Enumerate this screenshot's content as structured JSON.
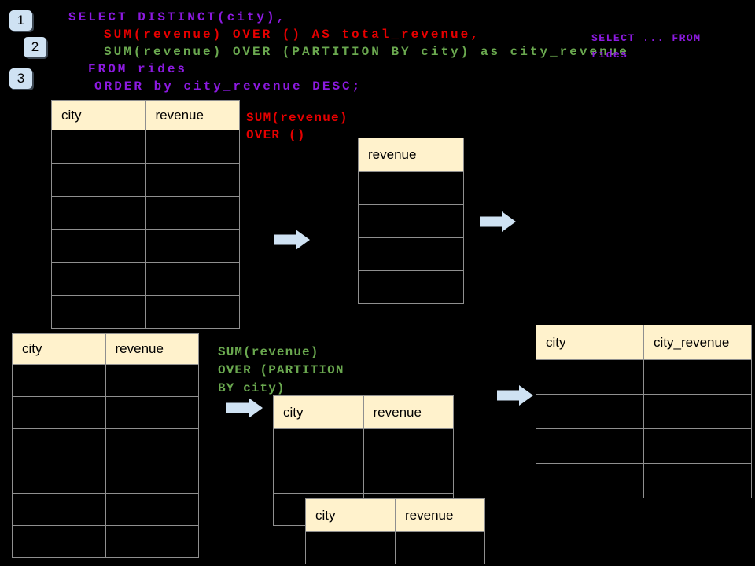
{
  "colors": {
    "background": "#000000",
    "purple": "#8C1AE0",
    "red": "#E60000",
    "green": "#6AA84F",
    "arrow_blue": "#CFE2F3",
    "badge_blue": "#CFE2F3",
    "header_fill": "#FFF2CC",
    "table_border": "#8F8F8F"
  },
  "icons": {
    "flow_arrow": "right-block-arrow"
  },
  "step_badges": [
    {
      "label": "1"
    },
    {
      "label": "2"
    },
    {
      "label": "3"
    }
  ],
  "sql_code": {
    "lines": [
      {
        "text": "SELECT DISTINCT(city),",
        "color": "purple",
        "indent": 0
      },
      {
        "text": "SUM(revenue) OVER () AS total_revenue,",
        "color": "red",
        "indent": 45
      },
      {
        "text": "SUM(revenue) OVER (PARTITION BY city) as city_revenue",
        "color": "green",
        "indent": 45
      },
      {
        "text": "FROM rides",
        "color": "purple",
        "indent": 25
      },
      {
        "text": "ORDER by city_revenue DESC;",
        "color": "purple",
        "indent": 33
      }
    ]
  },
  "side_note": {
    "color": "purple",
    "lines": [
      "SELECT ... FROM",
      "rides"
    ]
  },
  "annotations": {
    "total_revenue_note": {
      "color": "red",
      "lines": [
        "SUM(revenue)",
        "OVER ()"
      ]
    },
    "partition_note": {
      "color": "green",
      "lines": [
        "SUM(revenue)",
        "OVER (PARTITION",
        "BY city)"
      ]
    }
  },
  "tables": {
    "source_top": {
      "columns": [
        "city",
        "revenue"
      ],
      "row_count": 6
    },
    "total_revenue": {
      "columns": [
        "revenue"
      ],
      "row_count": 4
    },
    "source_bottom": {
      "columns": [
        "city",
        "revenue"
      ],
      "row_count": 6
    },
    "partition_front": {
      "columns": [
        "city",
        "revenue"
      ],
      "row_count": 3
    },
    "partition_back": {
      "columns": [
        "city",
        "revenue"
      ],
      "row_count": 1
    },
    "result": {
      "columns": [
        "city",
        "city_revenue"
      ],
      "row_count": 4
    }
  }
}
